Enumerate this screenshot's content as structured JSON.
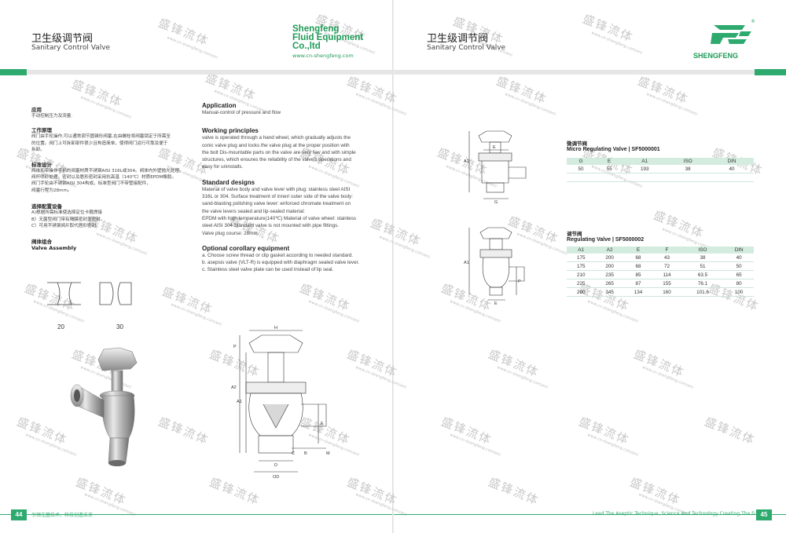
{
  "left_page": {
    "title_cn": "卫生级调节阀",
    "title_en": "Sanitary Control Valve",
    "application_cn": {
      "heading": "应用",
      "text": "手动控制压力及流量."
    },
    "principle_cn": {
      "heading": "工作原理",
      "lines": [
        "阀门由手轮操作,可以通常调节圆锥形阀塞,在由螺栓将阀塞锁定于所需至",
        "的位置。阀门上可拆卸部件很少且构造简单，使得阀门运行可靠及便于",
        "拆卸。"
      ]
    },
    "standard_cn": {
      "heading": "标准设计",
      "lines": [
        "阀体和带操作手柄的阀塞材质不锈钢AISI 316L或304。阀体内外壁抛光处理。",
        "阀杆喷砂处理。密封以及唇形密封采用抗高温（140℃）材质EPDM橡胶。",
        "阀门手轮由不锈钢AISI 304构成，标准型阀门不带管接配件，",
        "阀塞行程为28mm。"
      ]
    },
    "options_cn": {
      "heading": "选择配置设备",
      "lines": [
        "A)根据所需标准使选择定位卡箍焊接",
        "B）无菌型阀门带有隔膜密封盖密封。",
        "C）可用不锈钢阀片取代唇形密封。"
      ]
    },
    "assembly": {
      "heading_cn": "阀体组合",
      "heading_en": "Valve Assembly",
      "label_20": "20",
      "label_30": "30"
    },
    "application_en": {
      "heading": "Application",
      "text": "Manual-control of pressure and flow"
    },
    "principle_en": {
      "heading": "Working principles",
      "lines": [
        "valve is operated through a hand wheel, which gradually adjusts the",
        "conic valve plug and locks the valve plug at the proper position with",
        "the bolt Dis-mountable parts on the valve are very few and with simple",
        "structures, which ensures the reliability of the valve's operations and",
        "easy for uninstalls."
      ]
    },
    "standard_en": {
      "heading": "Standard designs",
      "lines": [
        "Material of valve body and valve lever with plug: stainless steel AISI",
        "316L or 304. Surface treatment of inner/ outer side of the valve body:",
        "sand-blasting polishing valve lever: enforced chromate treatment on",
        "the valve levers sealed and lip-sealed material:",
        "EPDM with high temperature(140℃) Material of valve wheel: stainless",
        "steel AISI 304 Standard valve is not mounted with pipe fittings.",
        "Valve plug course: 28mm."
      ]
    },
    "options_en": {
      "heading": "Optional corollary equipment",
      "lines": [
        "a. Choose screw thread or clip gasket according to needed standard.",
        "b. asepsis valve (VLT-R) is equipped with diaphragm sealed valve lever.",
        "c. Stainless steel valve plate can be used instead of lip seal."
      ]
    },
    "drawing_labels": {
      "h": "H",
      "p": "P",
      "a2": "A2",
      "a1": "A1",
      "e": "E",
      "d": "D",
      "od": "OD",
      "b": "B",
      "c": "C",
      "m": "M"
    },
    "page_number": "44",
    "footer": "引领无菌技术，科技创造未来"
  },
  "brand": {
    "name_line1": "Shengfeng",
    "name_line2": "Fluid Equipment",
    "name_line3": "Co.,ltd",
    "url": "www.cn-shengfeng.com",
    "logo_text": "SHENGFENG",
    "registered": "®"
  },
  "right_page": {
    "title_cn": "卫生级调节阀",
    "title_en": "Sanitary Control Valve",
    "micro_table": {
      "title_cn": "微调节阀",
      "title_en": "Micro Regulating Valve",
      "code": "SF5000001",
      "headers": [
        "G",
        "E",
        "A1",
        "ISO",
        "DIN"
      ],
      "rows": [
        [
          "50",
          "55",
          "193",
          "38",
          "40"
        ]
      ]
    },
    "reg_table": {
      "title_cn": "调节阀",
      "title_en": "Regulating Valve",
      "code": "SF5000002",
      "headers": [
        "A1",
        "A2",
        "E",
        "F",
        "ISO",
        "DIN"
      ],
      "rows": [
        [
          "175",
          "200",
          "68",
          "43",
          "38",
          "40"
        ],
        [
          "175",
          "200",
          "68",
          "72",
          "51",
          "50"
        ],
        [
          "210",
          "235",
          "85",
          "114",
          "63.5",
          "65"
        ],
        [
          "225",
          "265",
          "87",
          "155",
          "76.1",
          "80"
        ],
        [
          "290",
          "345",
          "134",
          "160",
          "101.6",
          "100"
        ]
      ]
    },
    "drawing_labels": {
      "a1_top": "A1",
      "e_top": "E",
      "g": "G",
      "a1_bottom": "A1",
      "p": "P",
      "e_bottom": "E"
    },
    "page_number": "45",
    "footer": "Lead The Aseptic Technique, Science And Technology Creating The Future"
  },
  "watermark": {
    "cn": "盛锋流体",
    "url": "www.cn-shengfeng.com/en/"
  },
  "colors": {
    "brand_green": "#2eaa6f",
    "table_header": "#d4ebdf"
  }
}
